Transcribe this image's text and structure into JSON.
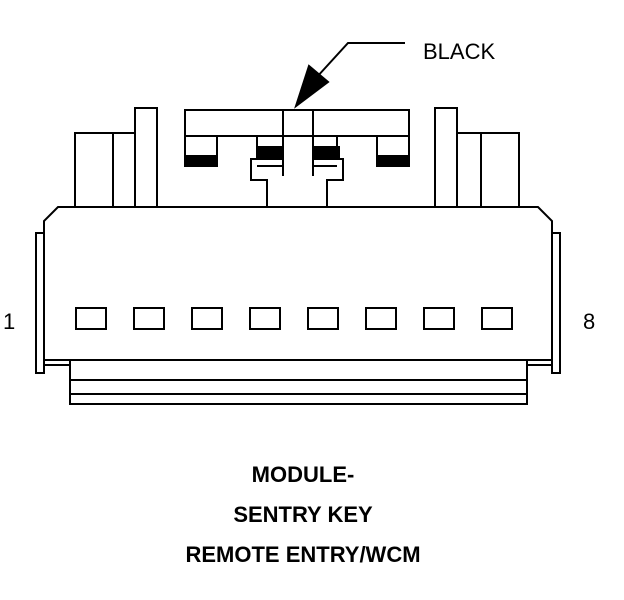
{
  "callout": {
    "color_label": "BLACK"
  },
  "pins": {
    "first": "1",
    "last": "8",
    "count": 8
  },
  "caption": {
    "line1": "MODULE-",
    "line2": "SENTRY KEY",
    "line3": "REMOTE ENTRY/WCM"
  },
  "colors": {
    "stroke": "#000000",
    "background": "#ffffff"
  }
}
